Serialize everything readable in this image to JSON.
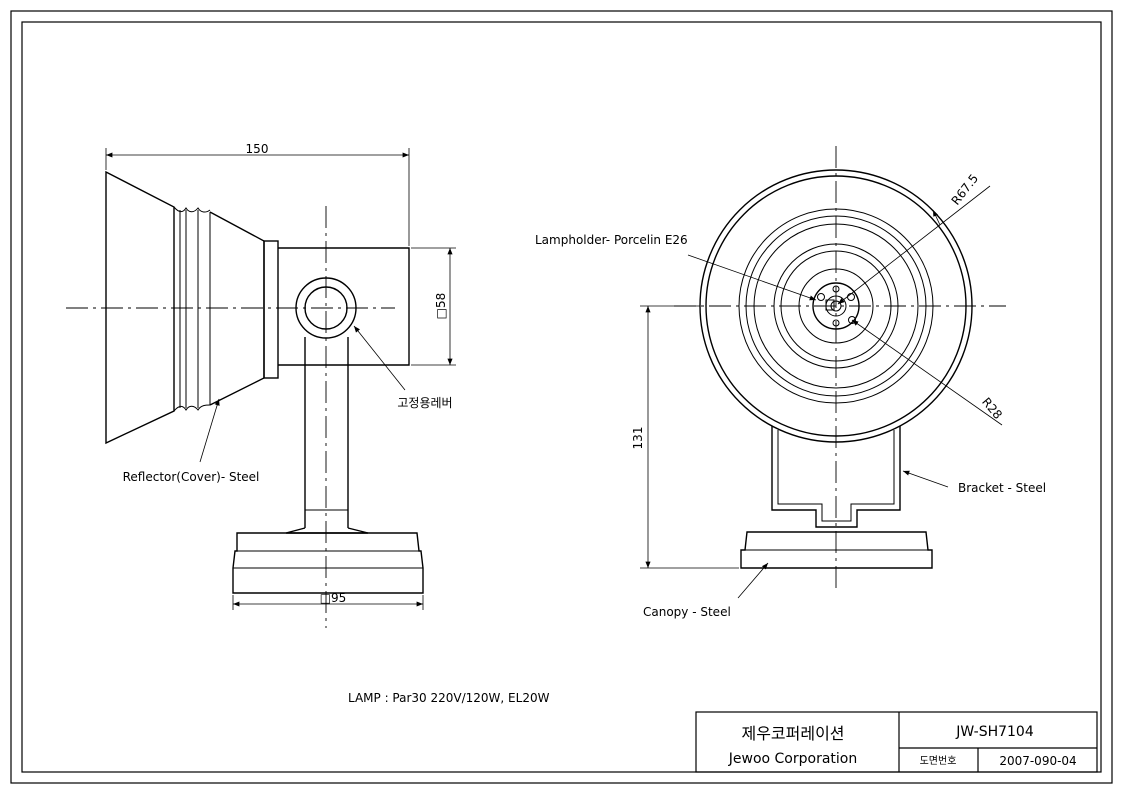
{
  "front_view": {
    "dim_width": "150",
    "dim_height": "□58",
    "dim_base": "□95",
    "label_lever": "고정용레버",
    "label_reflector": "Reflector(Cover)- Steel"
  },
  "side_view": {
    "dim_height": "131",
    "dim_r_outer": "R67.5",
    "dim_r_inner": "R28",
    "label_lampholder": "Lampholder- Porcelin E26",
    "label_bracket": "Bracket - Steel",
    "label_canopy": "Canopy - Steel"
  },
  "notes": {
    "lamp": "LAMP : Par30 220V/120W, EL20W"
  },
  "title_block": {
    "company_ko": "제우코퍼레이션",
    "company_en": "Jewoo Corporation",
    "model": "JW-SH7104",
    "drawing_no_label": "도면번호",
    "drawing_no": "2007-090-04"
  }
}
